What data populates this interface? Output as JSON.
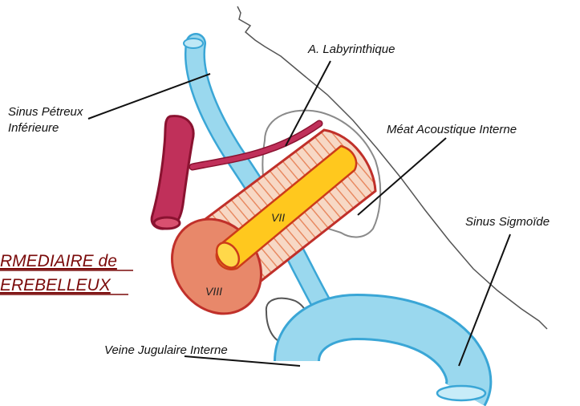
{
  "labels": {
    "labyrinthine_artery": "A. Labyrinthique",
    "inferior_petrosal_sinus_1": "Sinus Pétreux",
    "inferior_petrosal_sinus_2": "Inférieure",
    "internal_acoustic_meatus": "Méat Acoustique Interne",
    "sigmoid_sinus": "Sinus Sigmoïde",
    "internal_jugular_vein": "Veine Jugulaire Interne",
    "nerve_vii": "VII",
    "nerve_viii": "VIII"
  },
  "title": {
    "line1": "RMEDIAIRE de",
    "line2": "EREBELLEUX"
  },
  "colors": {
    "vein_blue": "#9ad8ee",
    "vein_outline": "#3aa6d6",
    "artery": "#c0305a",
    "artery_outline": "#8a1230",
    "nerve_viii": "#e8886a",
    "nerve_viii_outline": "#c0302a",
    "nerve_vii": "#ffc81e",
    "nerve_vii_outline": "#cc3b1a",
    "meatus_outline": "#8a8a8a",
    "title_text": "#7a0a0a"
  }
}
